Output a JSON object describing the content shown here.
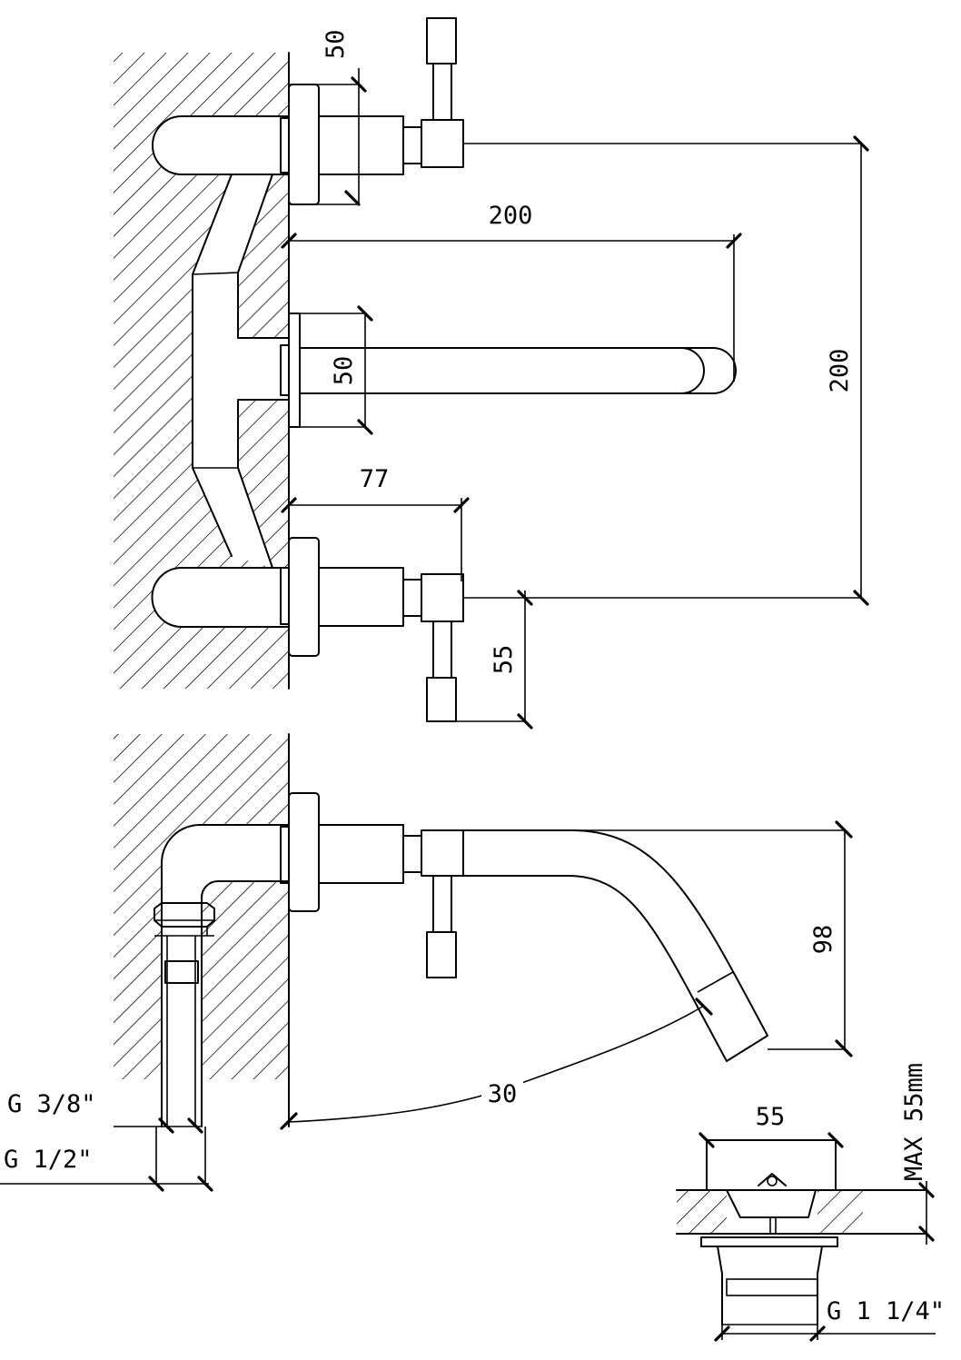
{
  "labels": {
    "top_flange_50": "50",
    "spout_reach_200": "200",
    "spout_diam_50": "50",
    "handle_spacing_200": "200",
    "handle_reach_77": "77",
    "lever_55": "55",
    "spout_drop_98": "98",
    "angle_30": "30",
    "drain_width_55": "55",
    "max_thickness": "MAX 55mm",
    "thread_3_8": "G 3/8\"",
    "thread_1_2": "G 1/2\"",
    "thread_1_1_4": "G 1 1/4\""
  }
}
